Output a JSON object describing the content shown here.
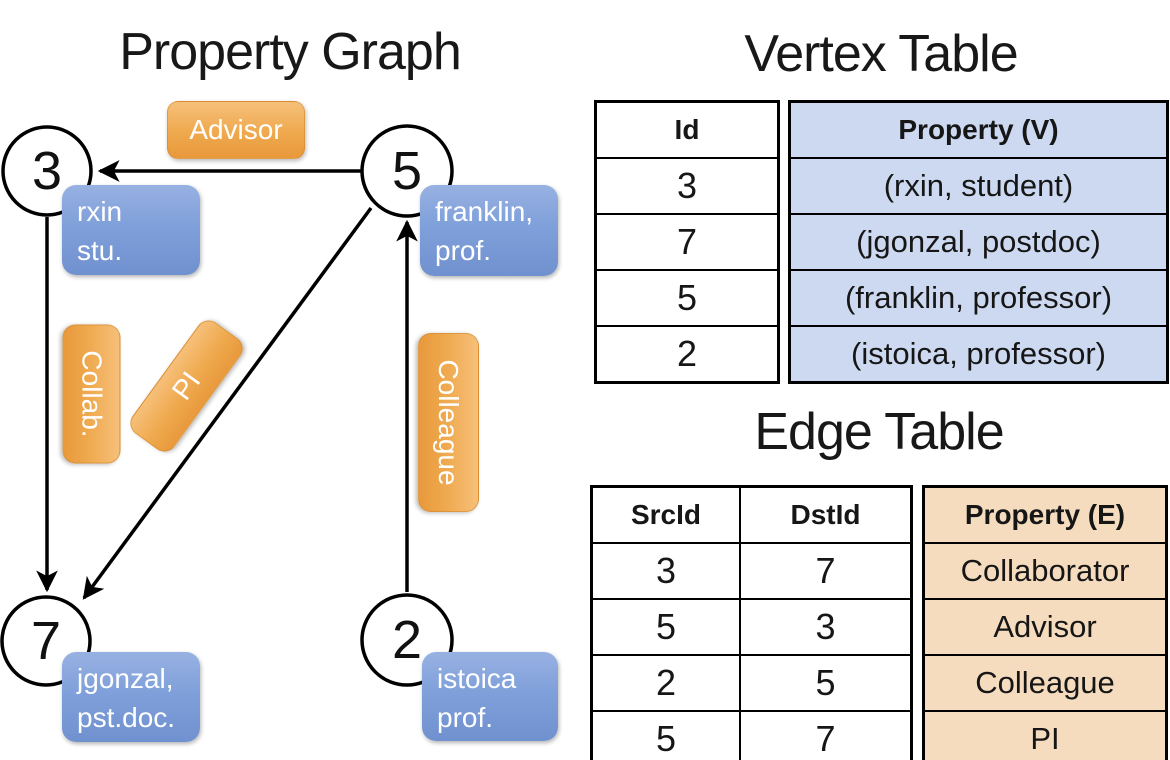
{
  "graph": {
    "title": "Property Graph",
    "nodes": [
      {
        "id": "3",
        "prop_line1": "rxin",
        "prop_line2": "stu."
      },
      {
        "id": "5",
        "prop_line1": "franklin,",
        "prop_line2": "prof."
      },
      {
        "id": "7",
        "prop_line1": "jgonzal,",
        "prop_line2": "pst.doc."
      },
      {
        "id": "2",
        "prop_line1": "istoica",
        "prop_line2": "prof."
      }
    ],
    "edges": [
      {
        "label": "Advisor",
        "from": "5",
        "to": "3"
      },
      {
        "label": "Collab.",
        "from": "3",
        "to": "7"
      },
      {
        "label": "PI",
        "from": "5",
        "to": "7"
      },
      {
        "label": "Colleague",
        "from": "2",
        "to": "5"
      }
    ]
  },
  "vertex_table": {
    "title": "Vertex Table",
    "columns": [
      "Id",
      "Property (V)"
    ],
    "rows": [
      [
        "3",
        "(rxin, student)"
      ],
      [
        "7",
        "(jgonzal, postdoc)"
      ],
      [
        "5",
        "(franklin, professor)"
      ],
      [
        "2",
        "(istoica, professor)"
      ]
    ]
  },
  "edge_table": {
    "title": "Edge Table",
    "columns": [
      "SrcId",
      "DstId",
      "Property (E)"
    ],
    "rows": [
      [
        "3",
        "7",
        "Collaborator"
      ],
      [
        "5",
        "3",
        "Advisor"
      ],
      [
        "2",
        "5",
        "Colleague"
      ],
      [
        "5",
        "7",
        "PI"
      ]
    ]
  },
  "colors": {
    "edge_label_orange": "#EFA94E",
    "vertex_label_blue": "#7FA0DA",
    "vertex_column_bg": "#CDD9F1",
    "edge_column_bg": "#F5DCBE",
    "line_black": "#000000"
  }
}
